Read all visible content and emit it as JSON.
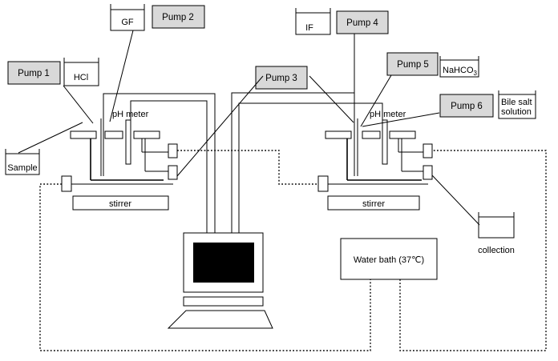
{
  "pumps": {
    "p1": "Pump 1",
    "p2": "Pump 2",
    "p3": "Pump 3",
    "p4": "Pump 4",
    "p5": "Pump 5",
    "p6": "Pump 6"
  },
  "containers": {
    "hcl": "HCl",
    "gf": "GF",
    "if": "IF",
    "sample": "Sample",
    "nahco3_main": "NaHCO",
    "nahco3_sub": "3",
    "bile_line1": "Bile salt",
    "bile_line2": "solution",
    "collection": "collection"
  },
  "labels": {
    "ph_meter_left": "pH meter",
    "ph_meter_right": "pH meter",
    "stirrer_left": "stirrer",
    "stirrer_right": "stirrer",
    "water_bath": "Water bath (37℃)"
  }
}
